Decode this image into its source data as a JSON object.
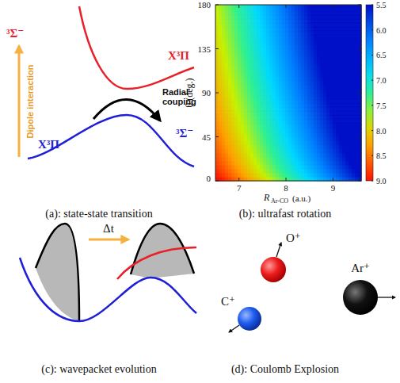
{
  "diagram": {
    "labels": [
      "³Σ⁻",
      "X³Π",
      "Dipole interaction",
      "Radial couping",
      "X³Π",
      "³Σ⁻",
      "(a): state-state transition",
      "180",
      "135",
      "90",
      "45",
      "0",
      "θ (deg.)",
      "7",
      "8",
      "9",
      "R",
      "Ar-CO",
      "(a.u.)",
      "5.5",
      "6.0",
      "6.5",
      "7.0",
      "7.5",
      "8.0",
      "8.5",
      "9.0",
      "(b): ultrafast rotation",
      "Δt",
      "(c): wavepacket evolution",
      "O⁺",
      "Ar⁺",
      "C⁺",
      "(d): Coulomb Explosion"
    ]
  }
}
